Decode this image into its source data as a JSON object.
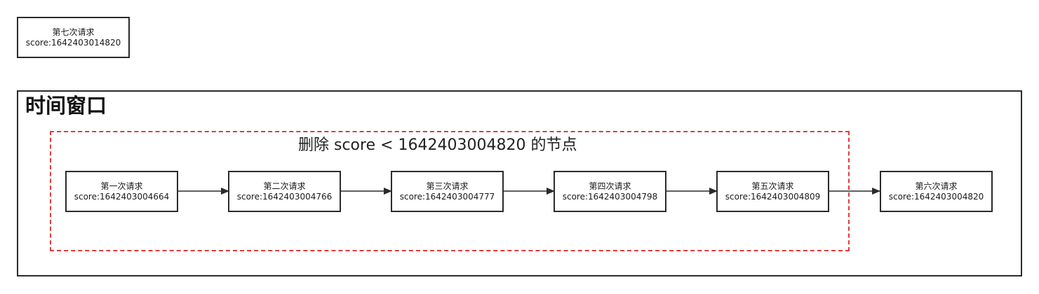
{
  "pending_request": {
    "label": "第七次请求",
    "score": "score:1642403014820"
  },
  "window": {
    "title": "时间窗口",
    "delete_caption": "删除 score < 1642403004820 的节点"
  },
  "requests": [
    {
      "label": "第一次请求",
      "score": "score:1642403004664"
    },
    {
      "label": "第二次请求",
      "score": "score:1642403004766"
    },
    {
      "label": "第三次请求",
      "score": "score:1642403004777"
    },
    {
      "label": "第四次请求",
      "score": "score:1642403004798"
    },
    {
      "label": "第五次请求",
      "score": "score:1642403004809"
    },
    {
      "label": "第六次请求",
      "score": "score:1642403004820"
    }
  ],
  "colors": {
    "border": "#2b2b2b",
    "delete_zone": "#e03c3c",
    "arrow": "#2b2b2b"
  }
}
